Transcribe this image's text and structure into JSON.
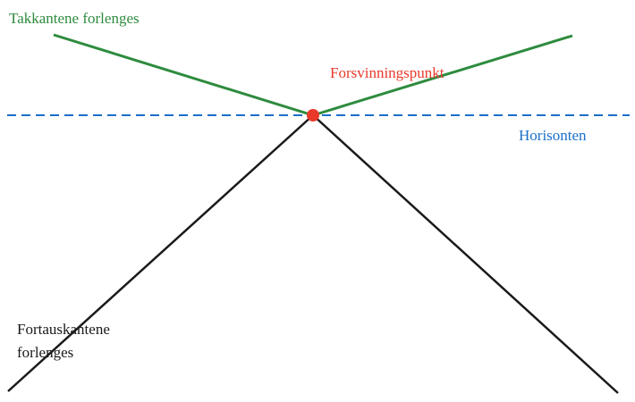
{
  "labels": {
    "roof_edges": "Takkantene forlenges",
    "vanishing_point": "Forsvinningspunkt",
    "horizon": "Horisonten",
    "kerb_edges_line1": "Fortauskantene",
    "kerb_edges_line2": "forlenges"
  },
  "colors": {
    "roof_edges": "#2e8b3e",
    "vanishing_point": "#e8392b",
    "horizon": "#1a6fc9",
    "kerb_edges": "#1a1a1a"
  }
}
